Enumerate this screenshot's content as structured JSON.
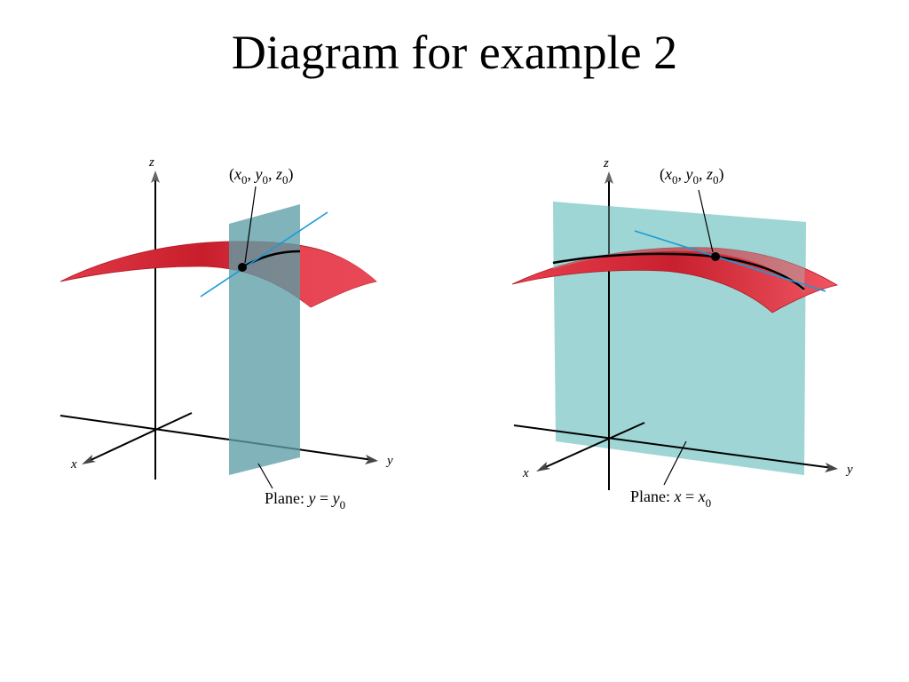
{
  "slide": {
    "title": "Diagram for example 2"
  },
  "colors": {
    "surface": "#e8404e",
    "surface_dark": "#c0202c",
    "plane": "#6fc0c0",
    "tangent_line": "#1a9ad8",
    "axis": "#000000"
  },
  "left_panel": {
    "axis_z": "z",
    "axis_x": "x",
    "axis_y": "y",
    "point_label": {
      "open": "(",
      "x": "x",
      "y": "y",
      "z": "z",
      "sub": "0",
      "sep": ", ",
      "close": ")"
    },
    "plane_label": {
      "prefix": "Plane: ",
      "var": "y",
      "eq": " = ",
      "rhs_var": "y",
      "rhs_sub": "0"
    }
  },
  "right_panel": {
    "axis_z": "z",
    "axis_x": "x",
    "axis_y": "y",
    "point_label": {
      "open": "(",
      "x": "x",
      "y": "y",
      "z": "z",
      "sub": "0",
      "sep": ", ",
      "close": ")"
    },
    "plane_label": {
      "prefix": "Plane: ",
      "var": "x",
      "eq": " = ",
      "rhs_var": "x",
      "rhs_sub": "0"
    }
  }
}
